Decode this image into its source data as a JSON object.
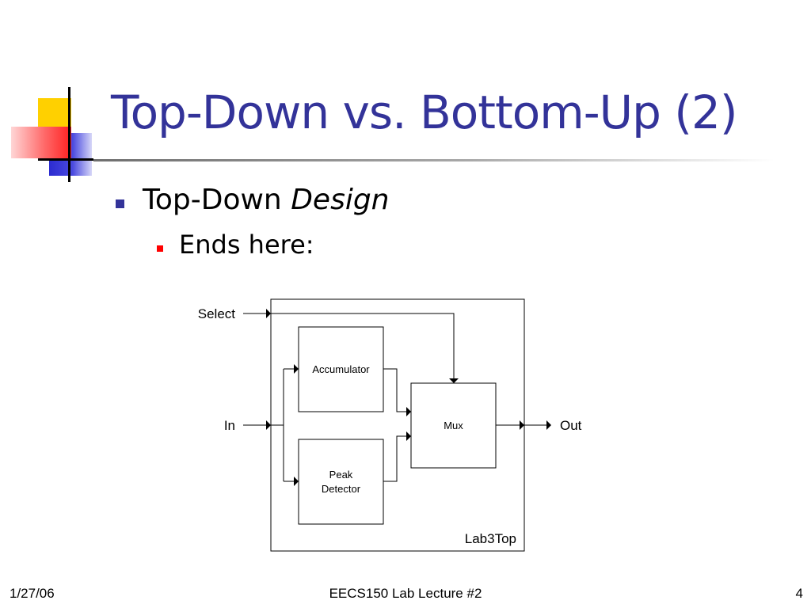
{
  "slide": {
    "title": "Top-Down vs. Bottom-Up (2)",
    "bullets": [
      {
        "text": "Top-Down ",
        "emphasis": "Design",
        "level": 1
      },
      {
        "text": "Ends here:",
        "level": 2
      }
    ]
  },
  "diagram": {
    "container_label": "Lab3Top",
    "blocks": {
      "accumulator": "Accumulator",
      "peak_detector_line1": "Peak",
      "peak_detector_line2": "Detector",
      "mux": "Mux"
    },
    "ports": {
      "select": "Select",
      "in": "In",
      "out": "Out"
    }
  },
  "footer": {
    "date": "1/27/06",
    "center": "EECS150 Lab Lecture #2",
    "page": "4"
  },
  "colors": {
    "title": "#333399",
    "bullet_level1": "#333399",
    "bullet_level2": "#ff0000"
  }
}
